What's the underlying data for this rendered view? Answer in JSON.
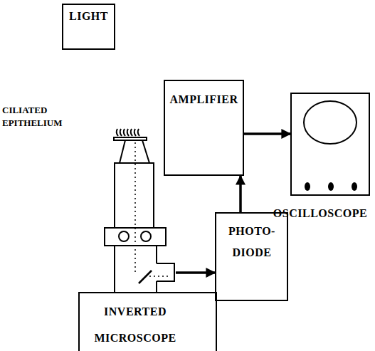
{
  "diagram": {
    "nodes": [
      {
        "text": [
          "LIGHT"
        ]
      },
      {
        "text": [
          "AMPLIFIER"
        ]
      },
      {
        "text": [
          "OSCILLOSCOPE"
        ]
      },
      {
        "text": [
          "PHOTO- DIODE"
        ]
      },
      {
        "text": [
          "INVERTED MICROSCOPE"
        ]
      }
    ],
    "edges": [
      {
        "from": 4,
        "to": 3,
        "arrow": "to"
      },
      {
        "from": 3,
        "to": 1,
        "arrow": "to"
      },
      {
        "from": 1,
        "to": 2,
        "arrow": "to"
      }
    ],
    "labels": [
      "CILIATED EPITHELIUM"
    ]
  }
}
